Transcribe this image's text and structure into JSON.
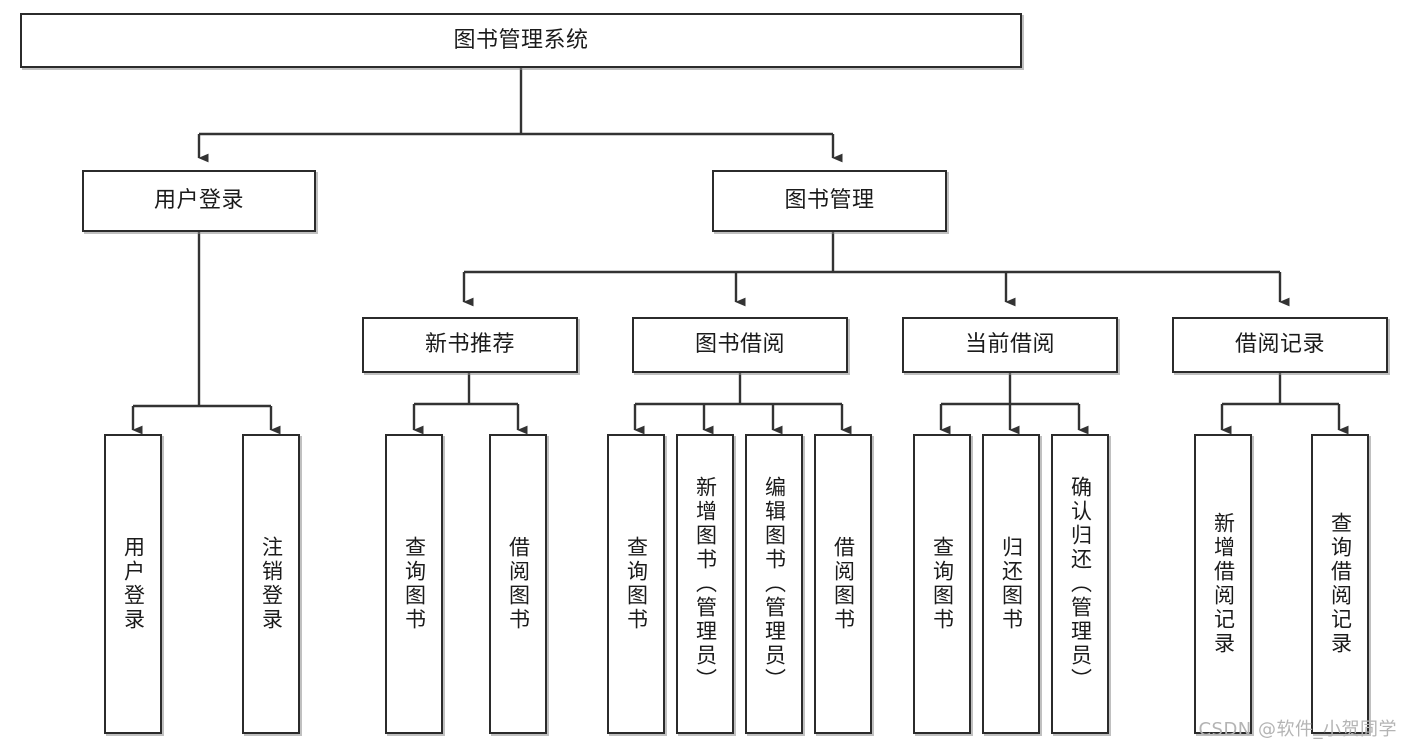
{
  "diagram": {
    "title_node": {
      "id": "root",
      "label": "图书管理系统"
    },
    "level2": [
      {
        "id": "n-user-login",
        "label": "用户登录"
      },
      {
        "id": "n-book-mgmt",
        "label": "图书管理"
      }
    ],
    "level3": [
      {
        "id": "n-new-book-rec",
        "label": "新书推荐"
      },
      {
        "id": "n-book-borrow",
        "label": "图书借阅"
      },
      {
        "id": "n-current-borrow",
        "label": "当前借阅"
      },
      {
        "id": "n-borrow-record",
        "label": "借阅记录"
      }
    ],
    "leaves": [
      {
        "id": "leaf-user-login",
        "label": "用户登录",
        "parent": "n-user-login"
      },
      {
        "id": "leaf-logout-login",
        "label": "注销登录",
        "parent": "n-user-login"
      },
      {
        "id": "leaf-query-book-1",
        "label": "查询图书",
        "parent": "n-new-book-rec"
      },
      {
        "id": "leaf-borrow-book-1",
        "label": "借阅图书",
        "parent": "n-new-book-rec"
      },
      {
        "id": "leaf-query-book-2",
        "label": "查询图书",
        "parent": "n-book-borrow"
      },
      {
        "id": "leaf-add-book",
        "label": "新增图书（管理员）",
        "parent": "n-book-borrow"
      },
      {
        "id": "leaf-edit-book",
        "label": "编辑图书（管理员）",
        "parent": "n-book-borrow"
      },
      {
        "id": "leaf-borrow-book-2",
        "label": "借阅图书",
        "parent": "n-book-borrow"
      },
      {
        "id": "leaf-query-book-3",
        "label": "查询图书",
        "parent": "n-current-borrow"
      },
      {
        "id": "leaf-return-book",
        "label": "归还图书",
        "parent": "n-current-borrow"
      },
      {
        "id": "leaf-confirm-return",
        "label": "确认归还（管理员）",
        "parent": "n-current-borrow"
      },
      {
        "id": "leaf-add-record",
        "label": "新增借阅记录",
        "parent": "n-borrow-record"
      },
      {
        "id": "leaf-query-record",
        "label": "查询借阅记录",
        "parent": "n-borrow-record"
      }
    ]
  },
  "watermark": {
    "text": "CSDN @软件_小贺同学"
  },
  "colors": {
    "box_border": "#2b2b2b",
    "box_fill": "#ffffff",
    "connector": "#333333",
    "text": "#1b1b1b",
    "watermark": "#b4b4b4",
    "page_background": "#ffffff"
  }
}
